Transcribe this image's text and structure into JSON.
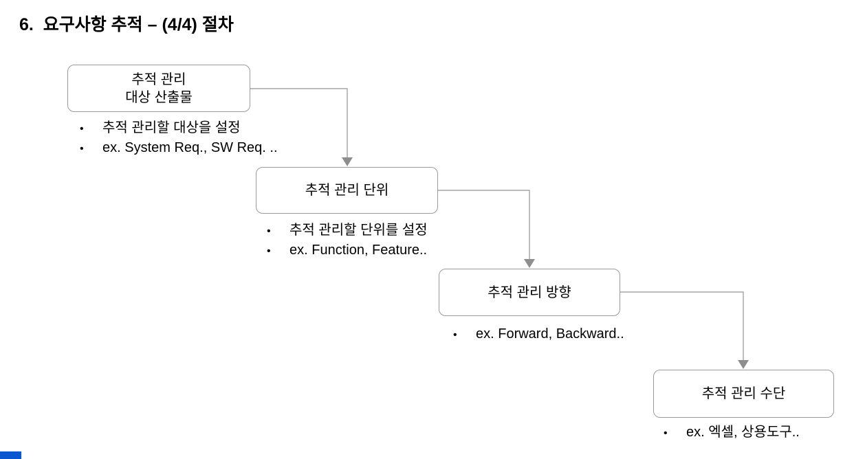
{
  "page": {
    "title": "6.  요구사항 추적 – (4/4) 절차"
  },
  "colors": {
    "background": "#ffffff",
    "text": "#000000",
    "box_border": "#9a9a9a",
    "connector": "#a3a3a3",
    "arrowhead": "#8e8e8e",
    "accent_bar": "#0b57d0"
  },
  "diagram": {
    "bullet_glyph": "•",
    "steps": [
      {
        "label": "추적 관리\n대상 산출물",
        "bullets": [
          "추적 관리할 대상을 설정",
          "ex. System Req., SW Req. .."
        ]
      },
      {
        "label": "추적 관리 단위",
        "bullets": [
          "추적 관리할 단위를 설정",
          "ex. Function, Feature.."
        ]
      },
      {
        "label": "추적 관리 방향",
        "bullets": [
          "ex. Forward, Backward.."
        ]
      },
      {
        "label": "추적 관리 수단",
        "bullets": [
          "ex. 엑셀, 상용도구.."
        ]
      }
    ]
  }
}
